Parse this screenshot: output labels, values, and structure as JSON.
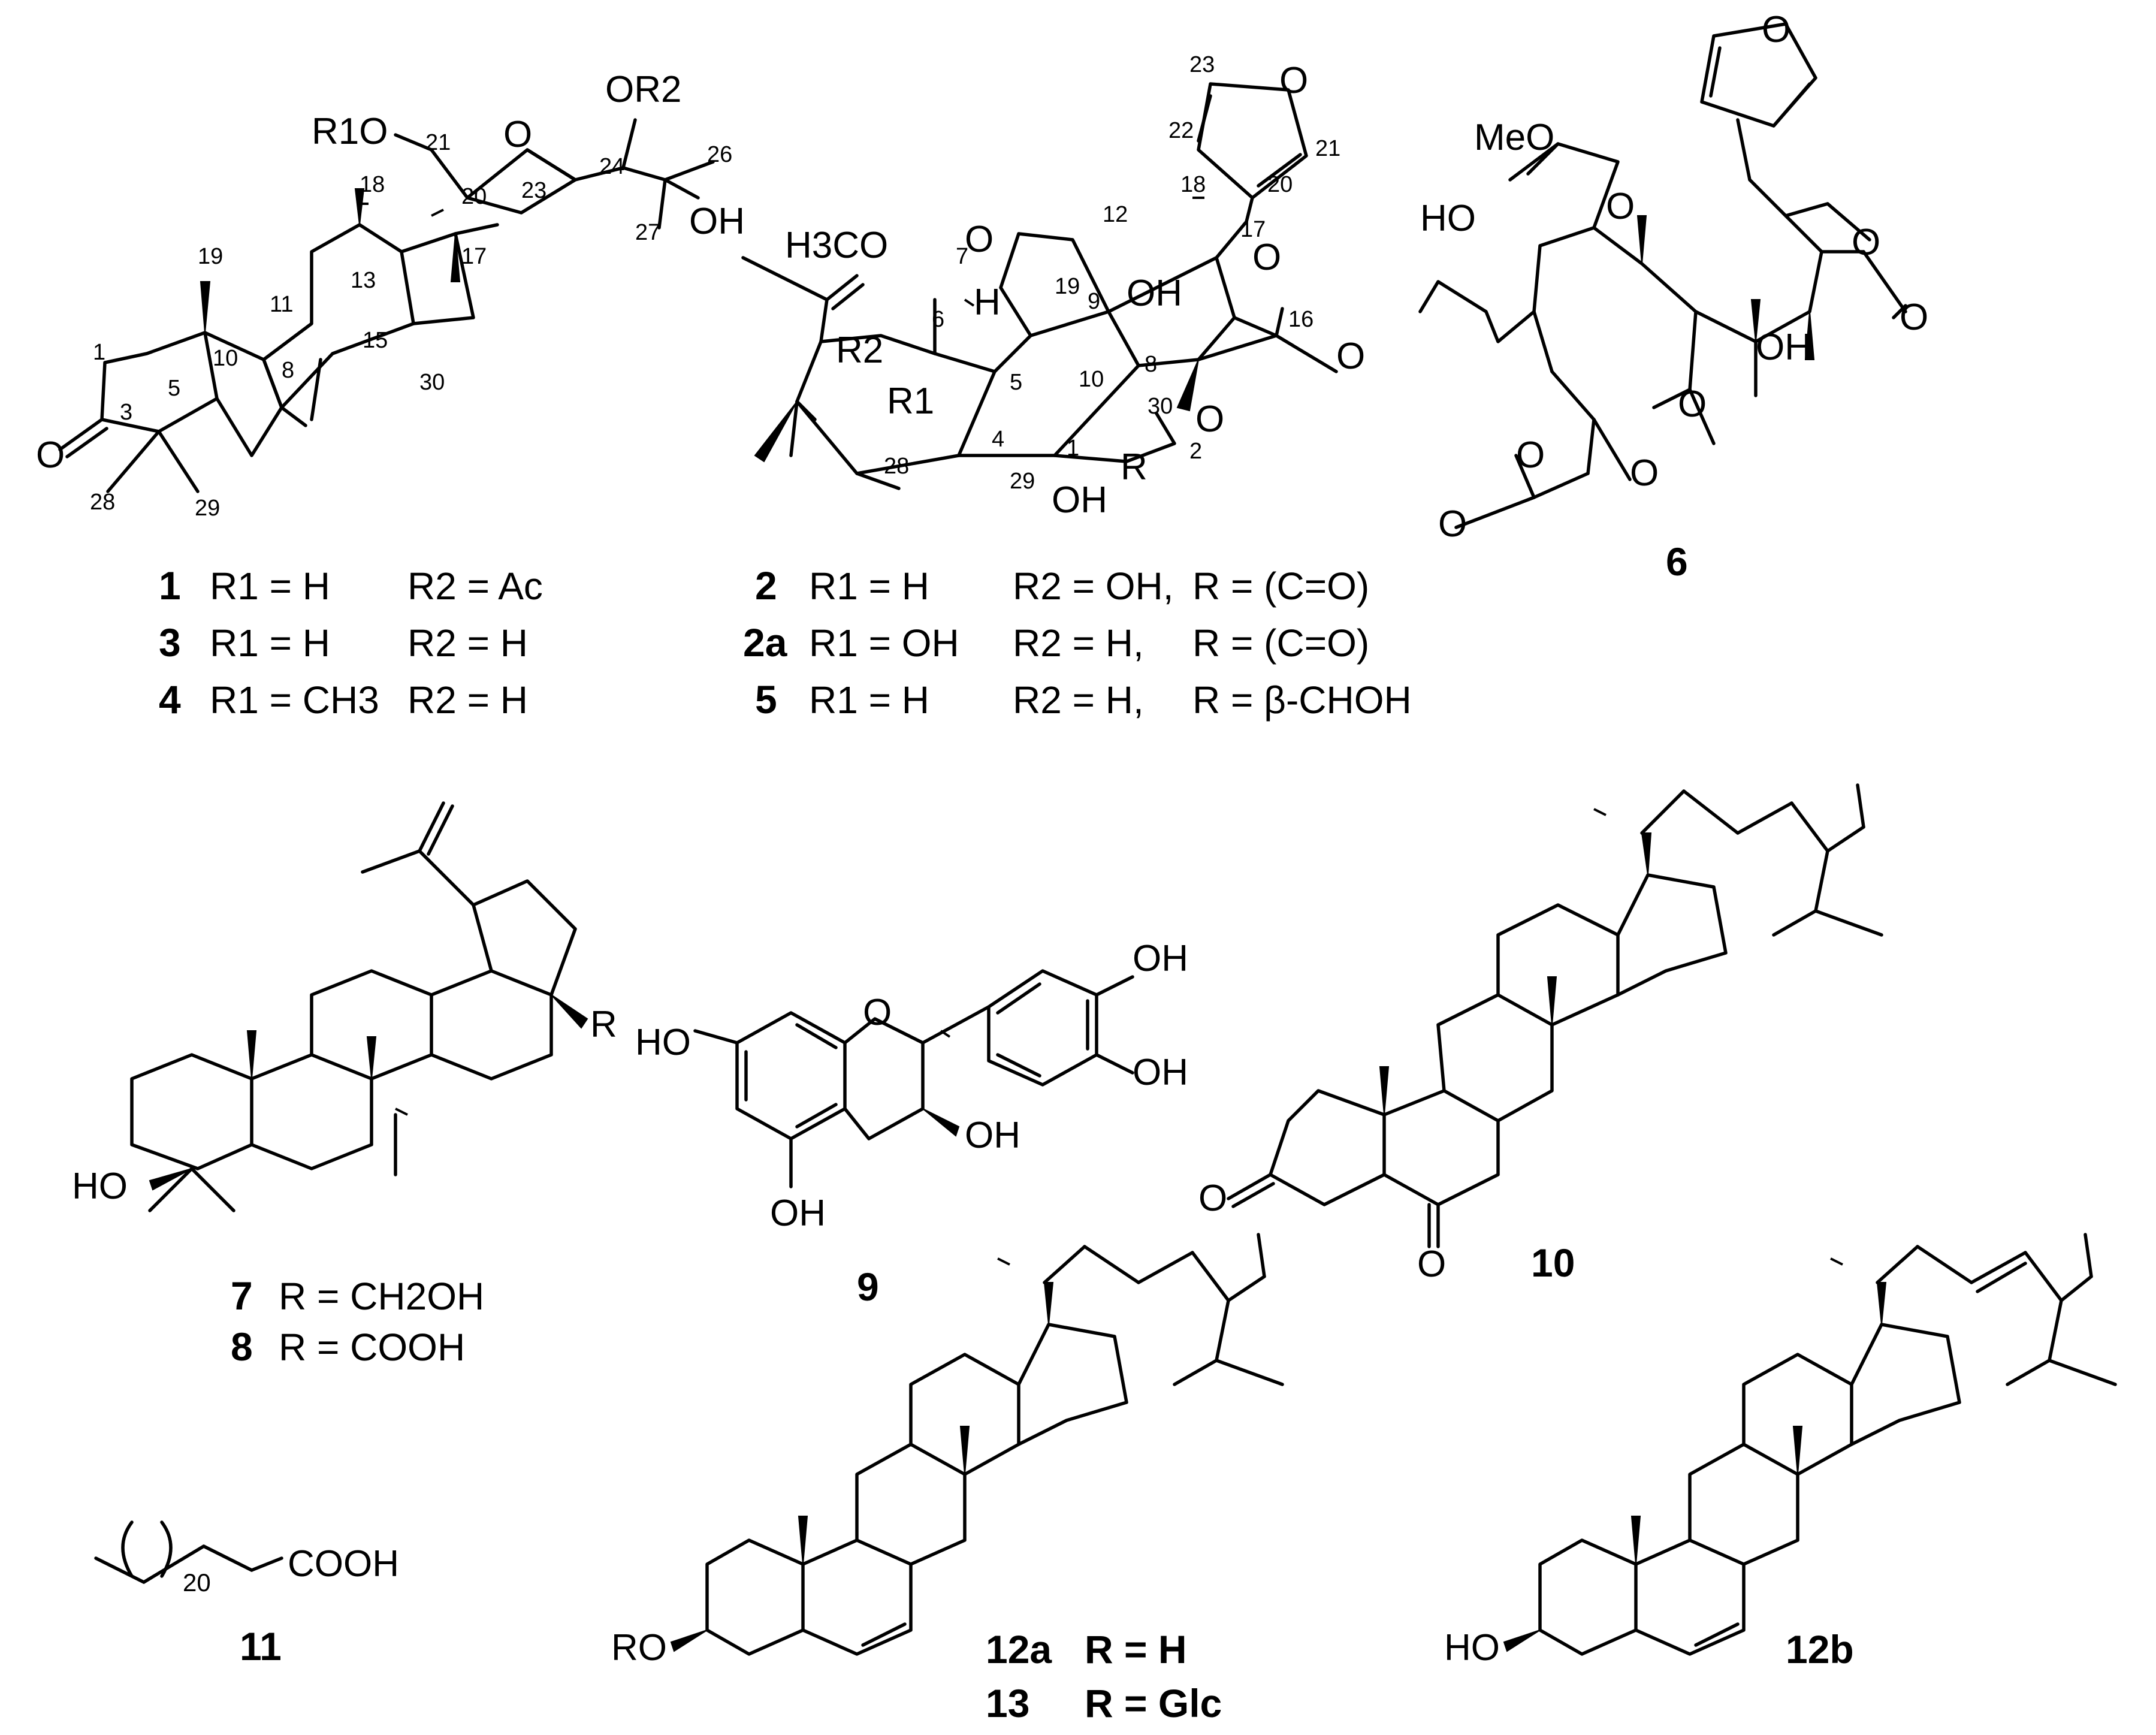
{
  "structures": {
    "s1": {
      "atoms": [
        "O",
        "R1O",
        "O",
        "OR2",
        "OH"
      ],
      "locants": [
        "1",
        "3",
        "5",
        "8",
        "10",
        "11",
        "13",
        "15",
        "17",
        "18",
        "19",
        "20",
        "21",
        "23",
        "24",
        "26",
        "27",
        "28",
        "29",
        "30"
      ],
      "defs": [
        {
          "id": "1",
          "r1": "R1 = H",
          "r2": "R2 = Ac"
        },
        {
          "id": "3",
          "r1": "R1 = H",
          "r2": "R2 = H"
        },
        {
          "id": "4",
          "r1": "R1 = CH3",
          "r2": "R2 = H"
        }
      ]
    },
    "s2": {
      "atoms": [
        "O",
        "H3CO",
        "O",
        "H",
        "R2",
        "R1",
        "OH",
        "O",
        "O",
        "OH",
        "R",
        "O"
      ],
      "locants": [
        "1",
        "2",
        "4",
        "5",
        "6",
        "7",
        "8",
        "9",
        "10",
        "12",
        "16",
        "17",
        "18",
        "19",
        "20",
        "21",
        "22",
        "23",
        "28",
        "29",
        "30"
      ],
      "defs": [
        {
          "id": "2",
          "r1": "R1 = H",
          "r2": "R2 = OH,",
          "r": "R = (C=O)"
        },
        {
          "id": "2a",
          "r1": "R1 = OH",
          "r2": "R2 = H,",
          "r": "R = (C=O)"
        },
        {
          "id": "5",
          "r1": "R1 = H",
          "r2": "R2 = H,",
          "r": "R = β-CHOH"
        }
      ]
    },
    "s6": {
      "atoms": [
        "MeO",
        "O",
        "HO",
        "O",
        "O",
        "O",
        "OH",
        "O",
        "O",
        "O",
        "O"
      ],
      "id": "6"
    },
    "s7": {
      "atoms": [
        "HO",
        "R"
      ],
      "defs": [
        {
          "id": "7",
          "r": "R = CH2OH"
        },
        {
          "id": "8",
          "r": "R = COOH"
        }
      ]
    },
    "s9": {
      "atoms": [
        "HO",
        "O",
        "OH",
        "OH",
        "OH",
        "OH"
      ],
      "id": "9"
    },
    "s10": {
      "atoms": [
        "O",
        "O"
      ],
      "id": "10"
    },
    "s11": {
      "atoms": [
        "COOH"
      ],
      "subscript": "20",
      "id": "11"
    },
    "s12a": {
      "atoms": [
        "RO"
      ],
      "defs": [
        {
          "id": "12a",
          "r": "R = H"
        },
        {
          "id": "13",
          "r": "R = Glc"
        }
      ]
    },
    "s12b": {
      "atoms": [
        "HO"
      ],
      "id": "12b"
    }
  }
}
